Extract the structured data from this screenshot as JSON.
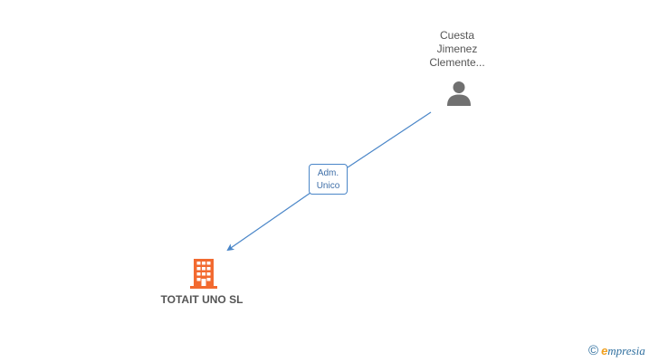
{
  "person": {
    "name_lines": [
      "Cuesta",
      "Jimenez",
      "Clemente..."
    ],
    "icon": "person-icon",
    "icon_color": "#707070"
  },
  "edge": {
    "label_lines": [
      "Adm.",
      "Unico"
    ],
    "color": "#4a86c8"
  },
  "company": {
    "name": "TOTAIT UNO SL",
    "icon": "building-icon",
    "icon_color": "#f26a30"
  },
  "brand": {
    "copyright": "©",
    "e_letter": "e",
    "rest": "mpresia"
  }
}
